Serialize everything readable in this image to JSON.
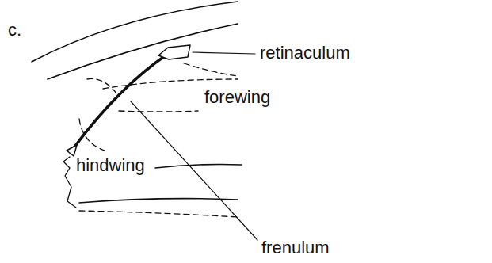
{
  "diagram": {
    "labels": [
      "c.",
      "retinaculum",
      "forewing",
      "hindwing",
      "frenulum"
    ]
  }
}
